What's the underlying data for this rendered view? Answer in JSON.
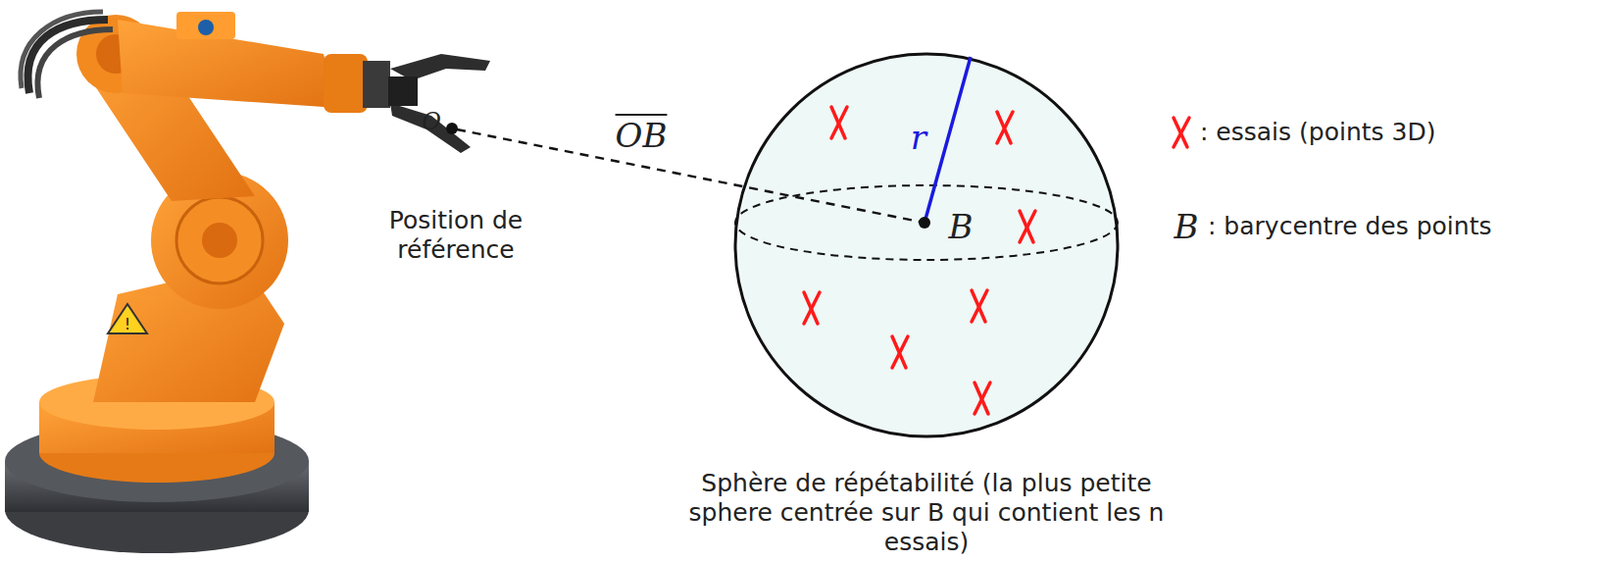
{
  "diagram": {
    "caption": "Sphère de répétabilité (la plus petite sphere centrée sur B qui contient les n essais)",
    "labels": [
      "O",
      "Position de référence",
      "OB",
      "r",
      "B",
      "B"
    ],
    "legend": [
      {
        "text": ": essais (points 3D)"
      },
      {
        "text": ": barycentre des points"
      }
    ]
  }
}
